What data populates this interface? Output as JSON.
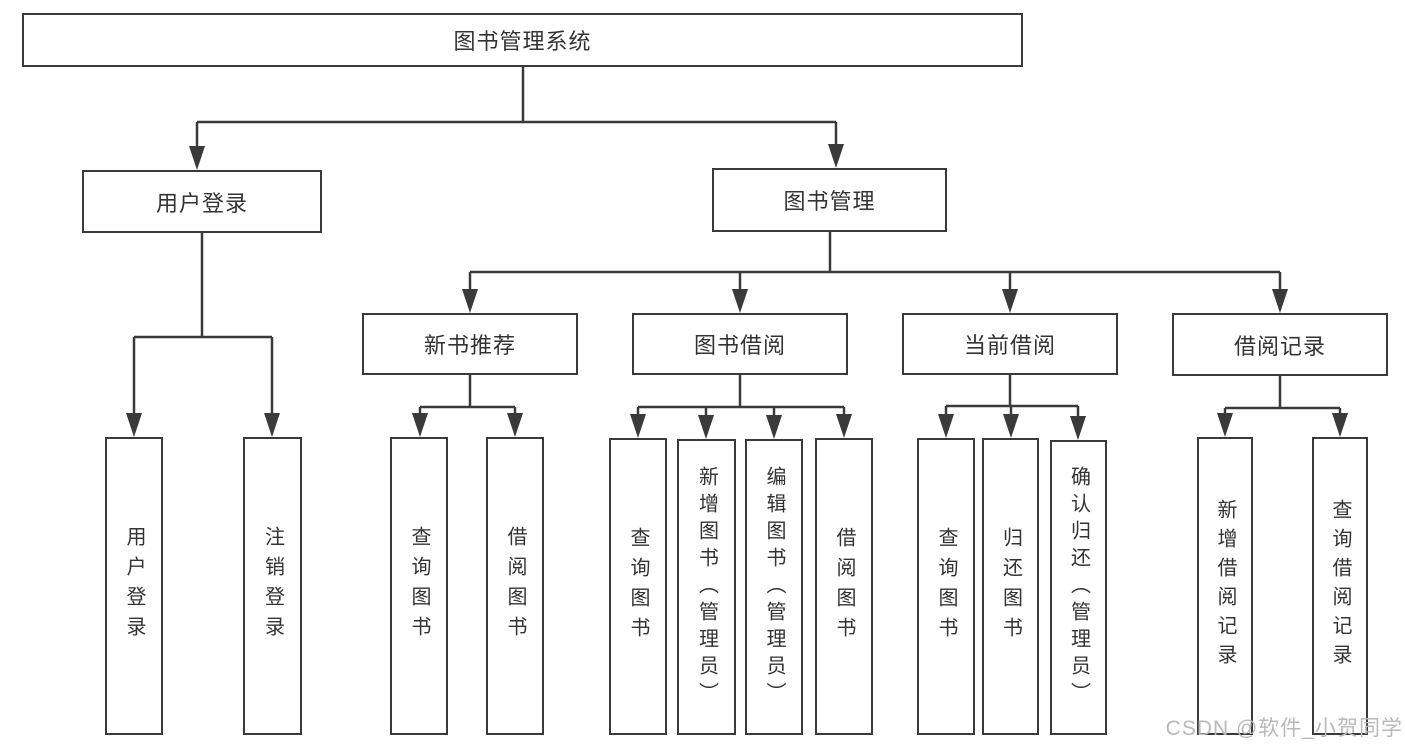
{
  "tree": {
    "label": "图书管理系统",
    "children": [
      {
        "label": "用户登录",
        "children": [
          {
            "label": "用户登录"
          },
          {
            "label": "注销登录"
          }
        ]
      },
      {
        "label": "图书管理",
        "children": [
          {
            "label": "新书推荐",
            "children": [
              {
                "label": "查询图书"
              },
              {
                "label": "借阅图书"
              }
            ]
          },
          {
            "label": "图书借阅",
            "children": [
              {
                "label": "查询图书"
              },
              {
                "label": "新增图书（管理员）"
              },
              {
                "label": "编辑图书（管理员）"
              },
              {
                "label": "借阅图书"
              }
            ]
          },
          {
            "label": "当前借阅",
            "children": [
              {
                "label": "查询图书"
              },
              {
                "label": "归还图书"
              },
              {
                "label": "确认归还（管理员）"
              }
            ]
          },
          {
            "label": "借阅记录",
            "children": [
              {
                "label": "新增借阅记录"
              },
              {
                "label": "查询借阅记录"
              }
            ]
          }
        ]
      }
    ]
  },
  "watermark": "CSDN @软件_小贺同学",
  "colors": {
    "line": "#3a3a3a",
    "box_border": "#3a3a3a",
    "text": "#333333",
    "background": "#ffffff",
    "watermark": "#b9b9b9"
  }
}
